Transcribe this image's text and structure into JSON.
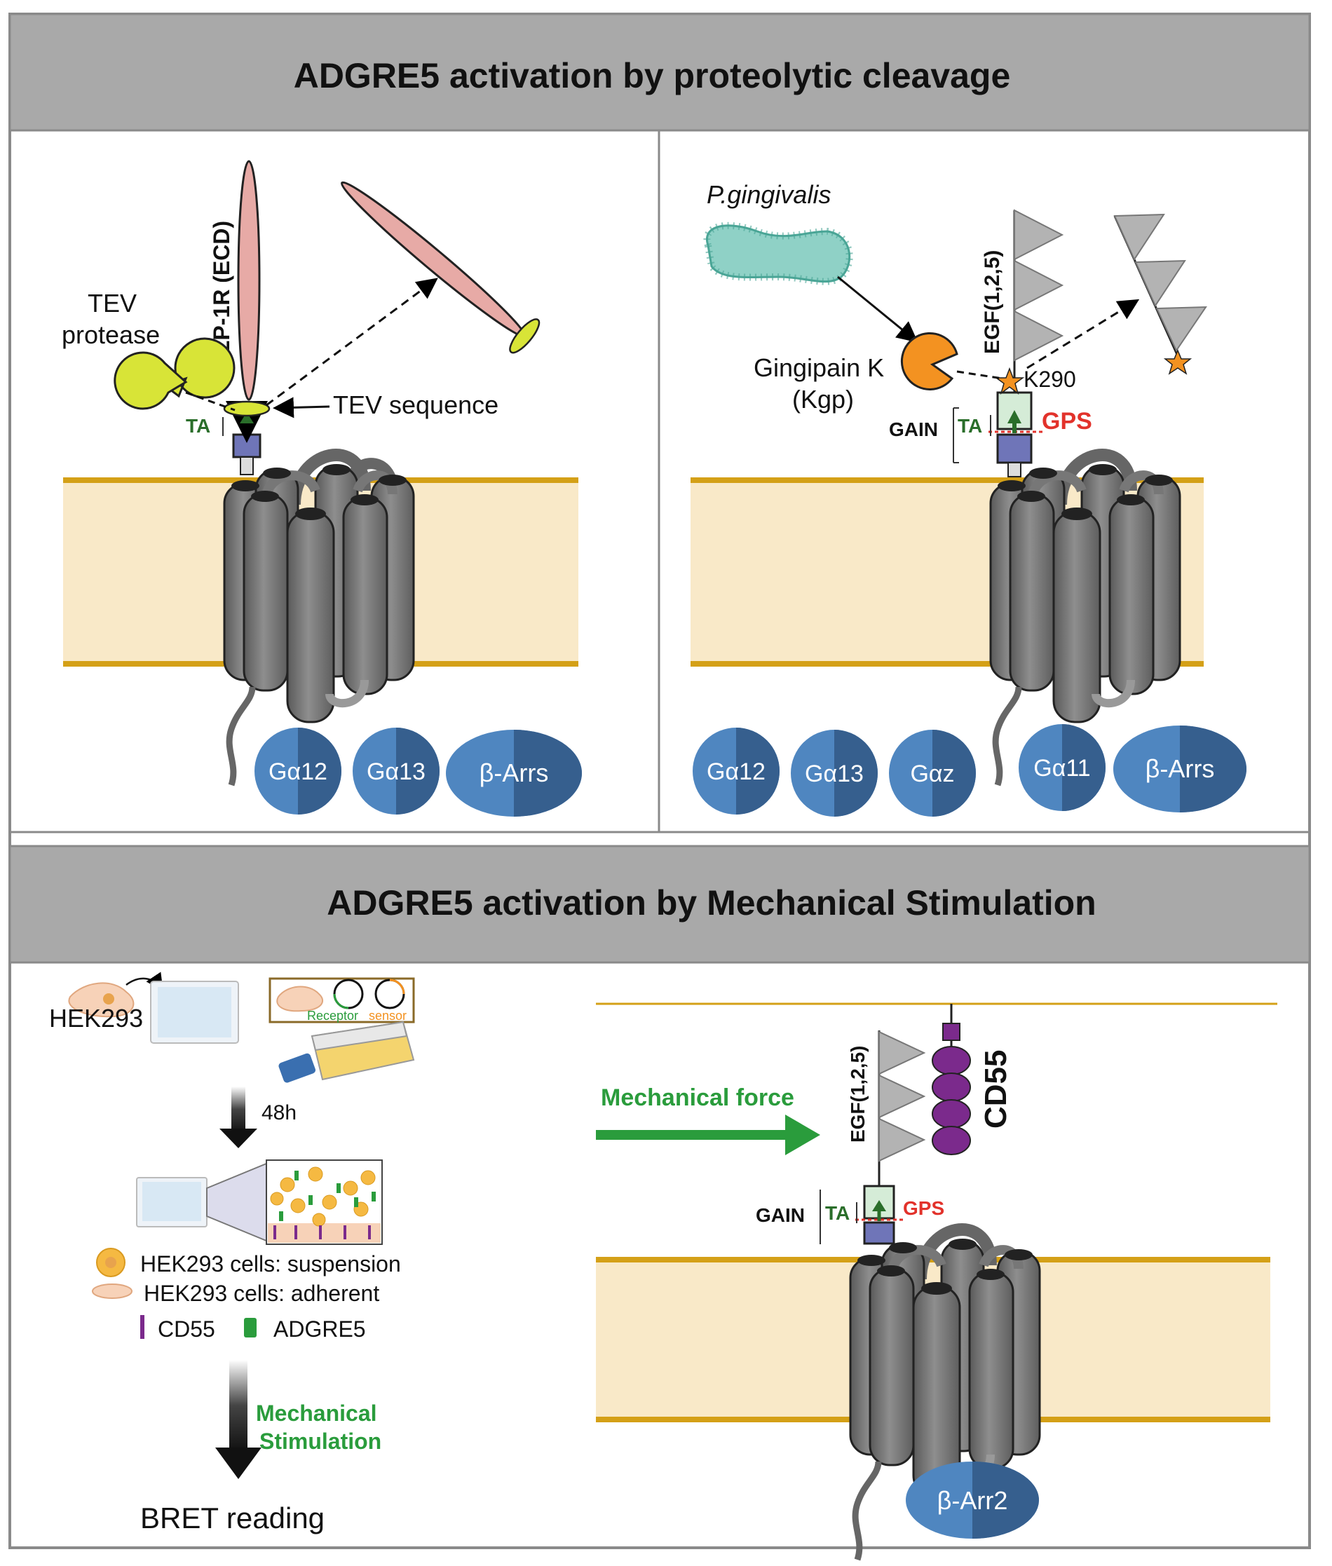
{
  "colors": {
    "panel_header_bg": "#a9a9a9",
    "membrane": "#f9e9c8",
    "membrane_edge": "#d4a017",
    "helix": "#7f7f7f",
    "helix_dark": "#5d5d5d",
    "ecd_pink": "#e7aaa6",
    "tev_yellow": "#d8e437",
    "gingipain_orange": "#f39221",
    "bacterium": "#8fd1c6",
    "g_protein_left": "#4f86c0",
    "g_protein_right": "#365f8e",
    "ta_green": "#2a6e2a",
    "gps_red": "#e2322b",
    "force_green": "#2a9c3c",
    "cd55_purple": "#7b2a8c",
    "egf_grey": "#b3b3b3"
  },
  "panels": {
    "top": {
      "header": "ADGRE5 activation by proteolytic cleavage",
      "left": {
        "tev_protease": [
          "TEV",
          "protease"
        ],
        "ecd_label": "GLP-1R (ECD)",
        "tev_sequence": "TEV sequence",
        "ta": "TA",
        "g_proteins": [
          "Gα12",
          "Gα13",
          "β-Arrs"
        ]
      },
      "right": {
        "bacterium": "P.gingivalis",
        "gingipain": [
          "Gingipain K",
          "(Kgp)"
        ],
        "egf": "EGF(1,2,5)",
        "k290": "K290",
        "gain": "GAIN",
        "ta": "TA",
        "gps": "GPS",
        "g_proteins": [
          "Gα12",
          "Gα13",
          "Gαz",
          "Gα11",
          "β-Arrs"
        ]
      }
    },
    "bottom": {
      "header": "ADGRE5 activation by Mechanical Stimulation",
      "left": {
        "hek": "HEK293",
        "receptor": "Receptor",
        "sensor": "sensor",
        "time": "48h",
        "legend": [
          "HEK293 cells: suspension",
          "HEK293 cells: adherent",
          "CD55",
          "ADGRE5"
        ],
        "stim": [
          "Mechanical",
          "Stimulation"
        ],
        "readout": "BRET reading"
      },
      "right": {
        "force": "Mechanical force",
        "egf": "EGF(1,2,5)",
        "cd55": "CD55",
        "gain": "GAIN",
        "ta": "TA",
        "gps": "GPS",
        "g_proteins": [
          "β-Arr2"
        ]
      }
    }
  }
}
